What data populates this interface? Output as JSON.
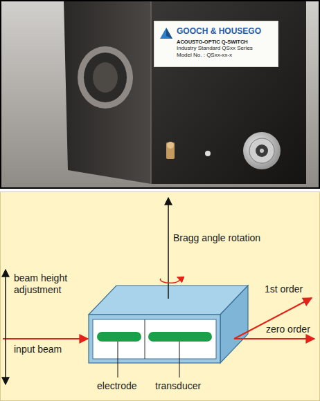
{
  "diagram": {
    "nodes": [
      {
        "text": [
          "GOOCH & HOUSEGO",
          "ACOUSTO-OPTIC Q-SWITCH",
          "Industry Standard QSxx Series",
          "Model No. : QSxx-xx-x"
        ]
      }
    ],
    "labels": [
      "Bragg angle rotation",
      "beam height adjustment",
      "1st order",
      "input beam",
      "zero order",
      "electrode",
      "transducer"
    ]
  }
}
